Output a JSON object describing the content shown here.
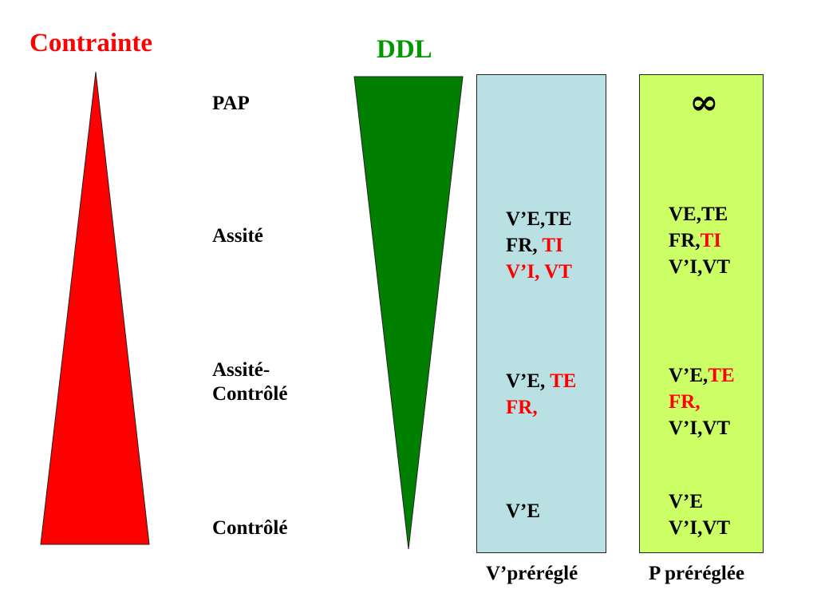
{
  "colors": {
    "red": "#ff0000",
    "dark_green": "#007f00",
    "title_green": "#009900",
    "light_blue": "#b9e0e2",
    "lime": "#ccff66"
  },
  "titles": {
    "contrainte": "Contrainte",
    "ddl": "DDL"
  },
  "modes": {
    "pap": "PAP",
    "assite": "Assité",
    "assite_controle_1": "Assité-",
    "assite_controle_2": "Contrôlé",
    "controle": "Contrôlé"
  },
  "v_column": {
    "footer": "V’préréglé",
    "assite": {
      "line1": "V’E,TE",
      "line2a": "FR, ",
      "line2b": "TI",
      "line3": "V’I, VT"
    },
    "assite_controle": {
      "line1a": "V’E, ",
      "line1b": "TE",
      "line2": "FR,"
    },
    "controle": {
      "line1": "V’E"
    }
  },
  "p_column": {
    "footer": "P préréglée",
    "pap": "∞",
    "assite": {
      "line1": "VE,TE",
      "line2a": "FR,",
      "line2b": "TI",
      "line3": "V’I,VT"
    },
    "assite_controle": {
      "line1a": "V’E,",
      "line1b": "TE",
      "line2": "FR,",
      "line3": "V’I,VT"
    },
    "controle": {
      "line1": "V’E",
      "line2": "V’I,VT"
    }
  }
}
